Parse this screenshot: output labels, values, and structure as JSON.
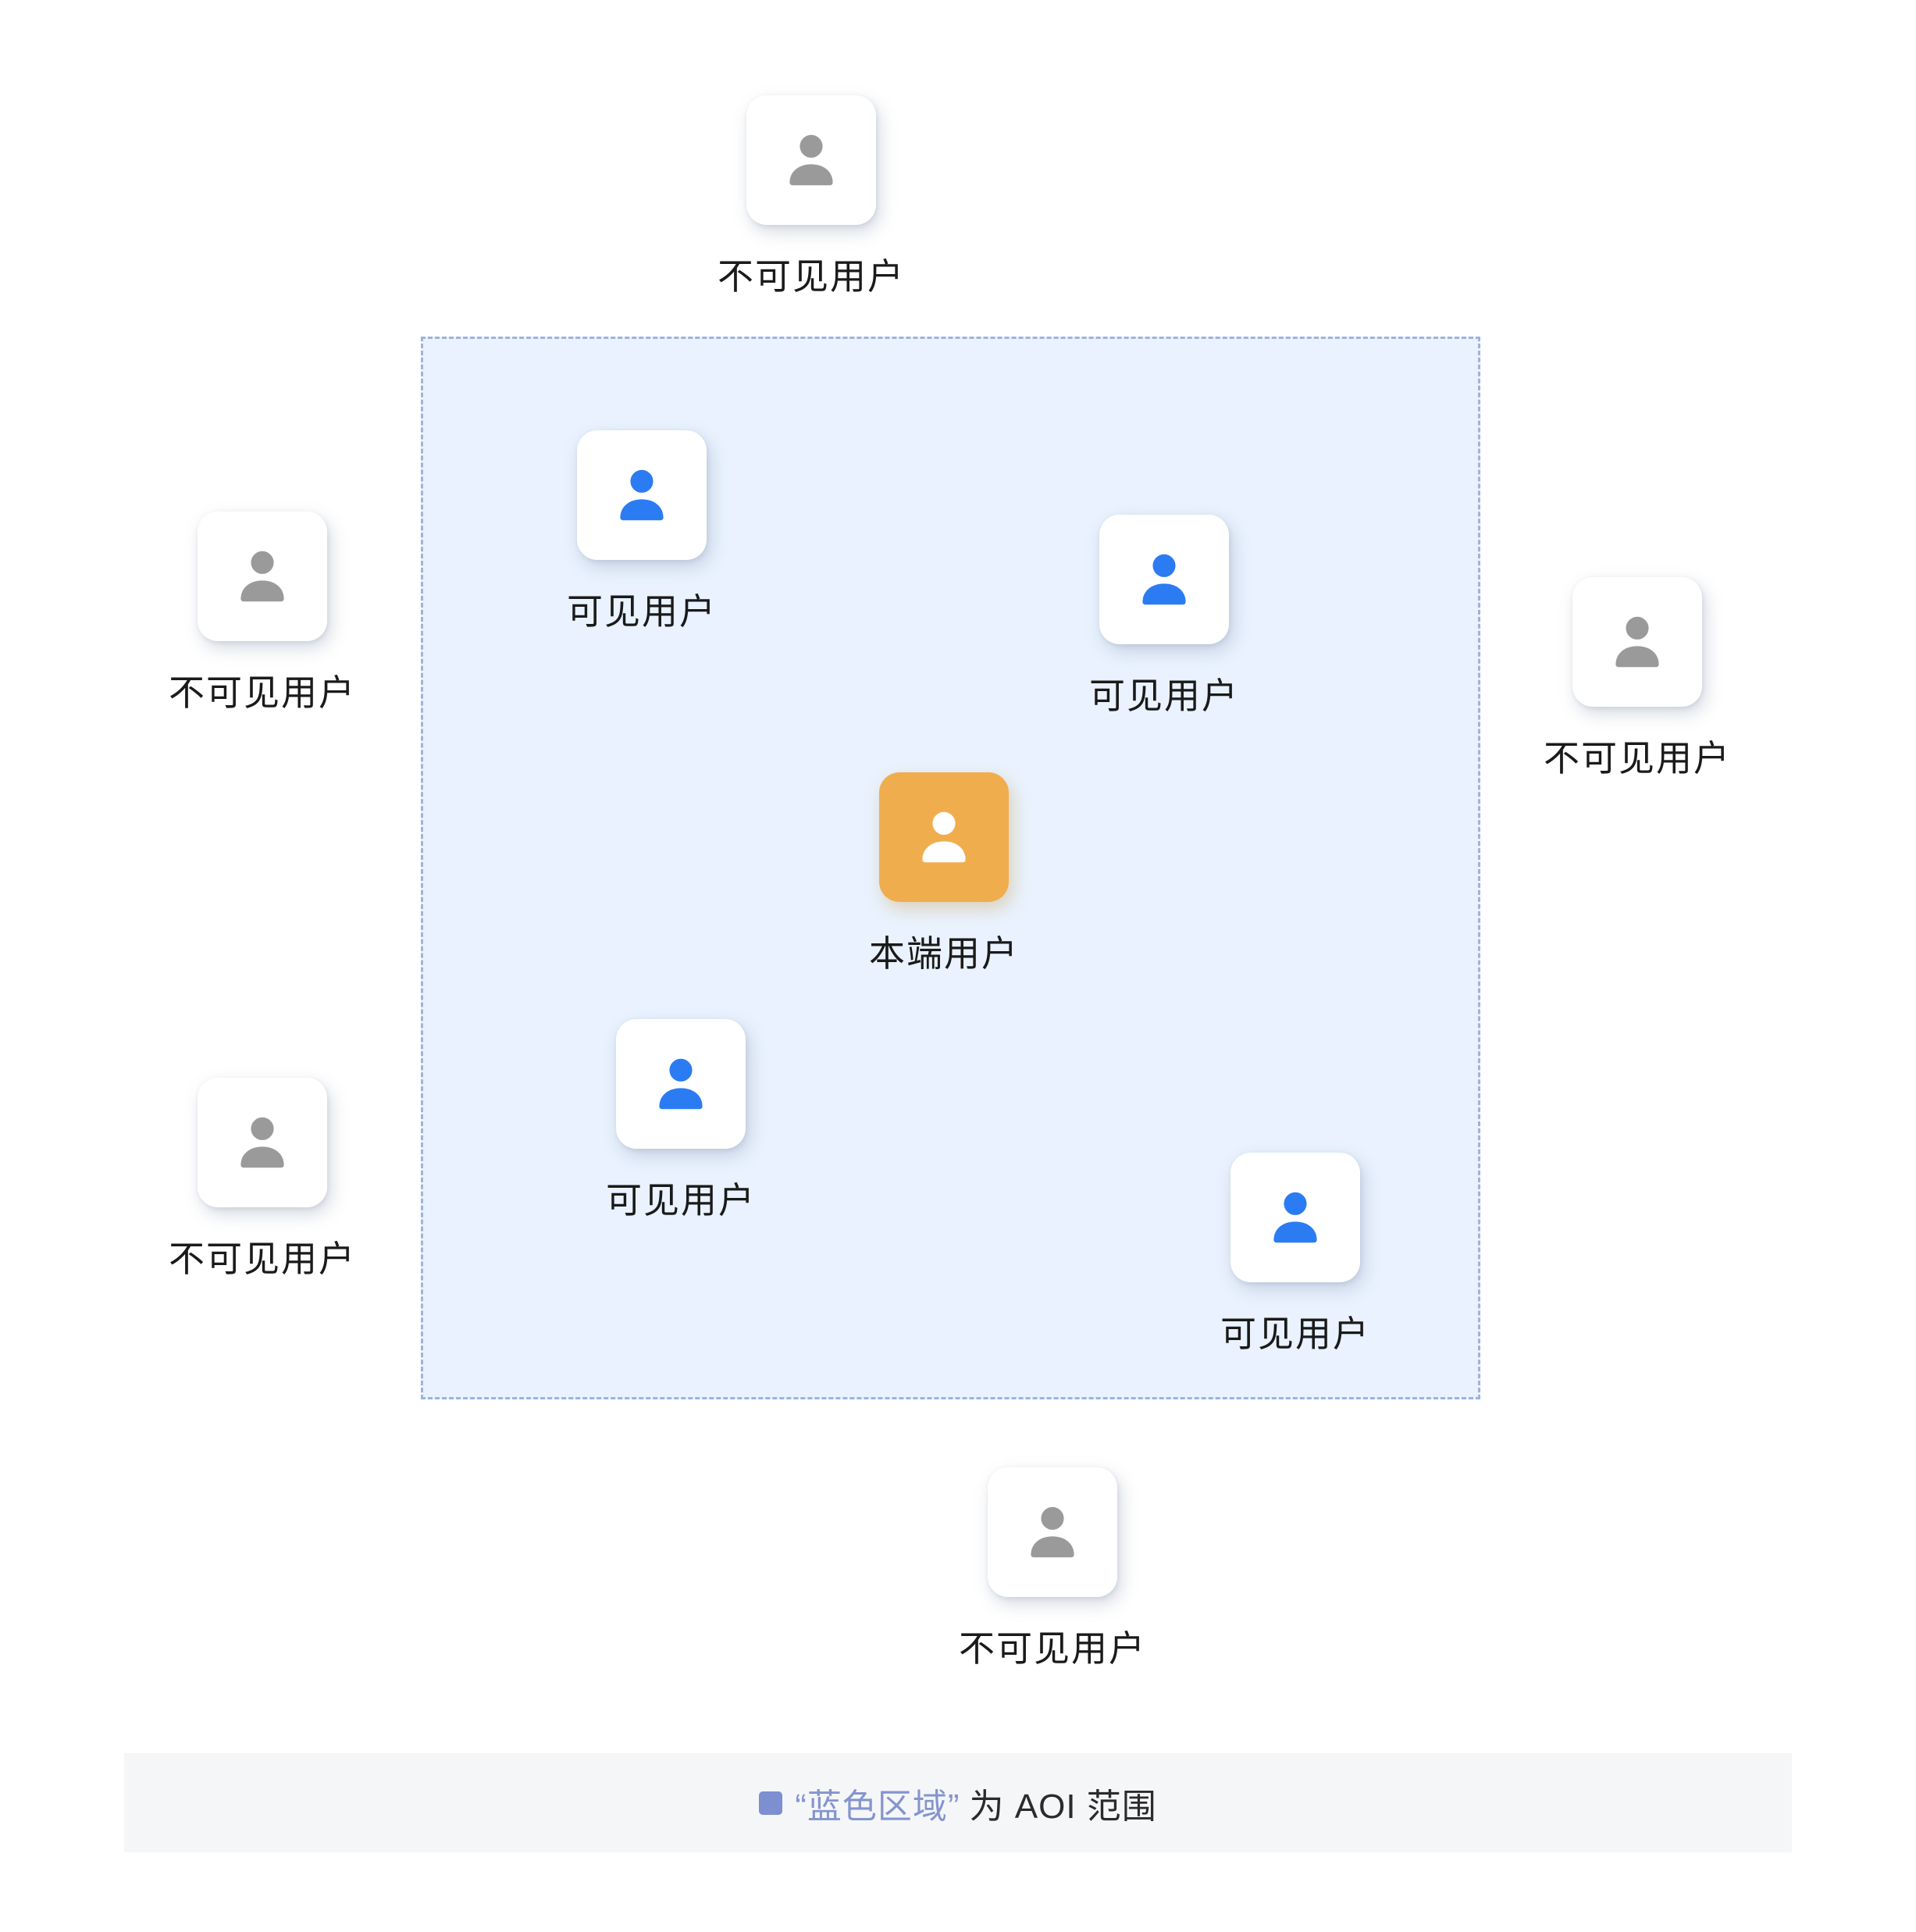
{
  "diagram": {
    "aoi": {
      "region_name": "AOI"
    },
    "users": [
      {
        "id": "invisible-top",
        "type": "invisible",
        "label": "不可见用户"
      },
      {
        "id": "visible-upper-left",
        "type": "visible",
        "label": "可见用户"
      },
      {
        "id": "visible-upper-right",
        "type": "visible",
        "label": "可见用户"
      },
      {
        "id": "local-user",
        "type": "local",
        "label": "本端用户"
      },
      {
        "id": "visible-lower-left",
        "type": "visible",
        "label": "可见用户"
      },
      {
        "id": "visible-lower-right",
        "type": "visible",
        "label": "可见用户"
      },
      {
        "id": "invisible-left-upper",
        "type": "invisible",
        "label": "不可见用户"
      },
      {
        "id": "invisible-left-lower",
        "type": "invisible",
        "label": "不可见用户"
      },
      {
        "id": "invisible-right",
        "type": "invisible",
        "label": "不可见用户"
      },
      {
        "id": "invisible-bottom",
        "type": "invisible",
        "label": "不可见用户"
      }
    ],
    "legend": {
      "quoted": "“蓝色区域”",
      "suffix": "为 AOI 范围"
    },
    "colors": {
      "visible_user": "#2B7CF2",
      "invisible_user": "#9A9A9A",
      "local_user_bg": "#F0AD4E",
      "aoi_fill": "#E9F2FE",
      "aoi_border": "#9DB4DA",
      "legend_accent": "#7D8ED1"
    }
  }
}
